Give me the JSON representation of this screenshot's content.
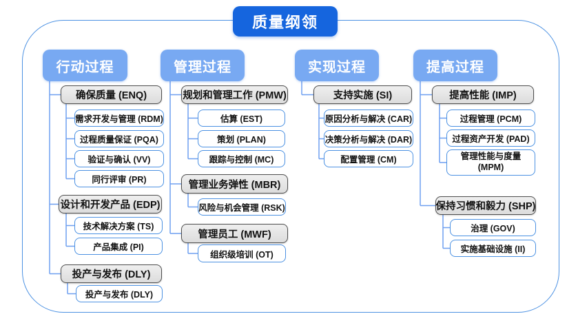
{
  "root": {
    "label": "质量纲领"
  },
  "colors": {
    "root_blue": "#1565de",
    "header_blue": "#78a9f2",
    "connector_blue": "#6e9ff0",
    "frame_border": "#4a90e2",
    "gray_fill": "#e4e4e4",
    "gray_border": "#4d4d4d",
    "node_border": "#4a90e2"
  },
  "columns": [
    {
      "header": "行动过程",
      "groups": [
        {
          "label": "确保质量 (ENQ)",
          "children": [
            "需求开发与管理 (RDM)",
            "过程质量保证 (PQA)",
            "验证与确认 (VV)",
            "同行评审 (PR)"
          ]
        },
        {
          "label": "设计和开发产品 (EDP)",
          "children": [
            "技术解决方案 (TS)",
            "产品集成 (PI)"
          ]
        },
        {
          "label": "投产与发布 (DLY)",
          "children": [
            "投产与发布 (DLY)"
          ]
        }
      ]
    },
    {
      "header": "管理过程",
      "groups": [
        {
          "label": "规划和管理工作 (PMW)",
          "children": [
            "估算 (EST)",
            "策划 (PLAN)",
            "跟踪与控制 (MC)"
          ]
        },
        {
          "label": "管理业务弹性 (MBR)",
          "children": [
            "风险与机会管理 (RSK)"
          ]
        },
        {
          "label": "管理员工 (MWF)",
          "children": [
            "组织级培训 (OT)"
          ]
        }
      ]
    },
    {
      "header": "实现过程",
      "groups": [
        {
          "label": "支持实施 (SI)",
          "children": [
            "原因分析与解决 (CAR)",
            "决策分析与解决 (DAR)",
            "配置管理 (CM)"
          ]
        }
      ]
    },
    {
      "header": "提高过程",
      "groups": [
        {
          "label": "提高性能 (IMP)",
          "children": [
            "过程管理 (PCM)",
            "过程资产开发 (PAD)",
            "管理性能与度量 (MPM)"
          ]
        },
        {
          "label": "保持习惯和毅力 (SHP)",
          "children": [
            "治理 (GOV)",
            "实施基础设施 (II)"
          ]
        }
      ]
    }
  ]
}
